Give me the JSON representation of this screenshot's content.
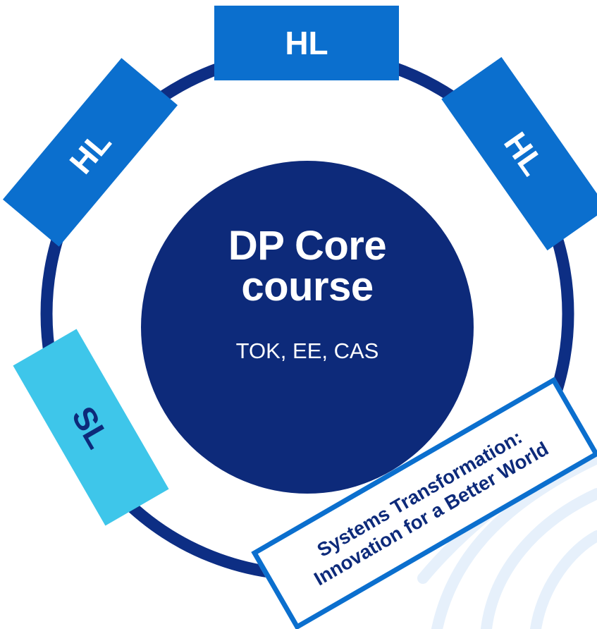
{
  "core": {
    "title_line1": "DP Core",
    "title_line2": "course",
    "subtitle": "TOK, EE, CAS"
  },
  "segments": {
    "hl_top": "HL",
    "hl_left": "HL",
    "hl_right": "HL",
    "sl": "SL"
  },
  "systems_box": {
    "line1": "Systems Transformation:",
    "line2": "Innovation for a Better World"
  },
  "colors": {
    "navy": "#0d2a7a",
    "ring": "#0d2e84",
    "hl_blue": "#0b6fce",
    "sl_cyan": "#3ec6ea",
    "watermark": "#e6f0fb"
  }
}
